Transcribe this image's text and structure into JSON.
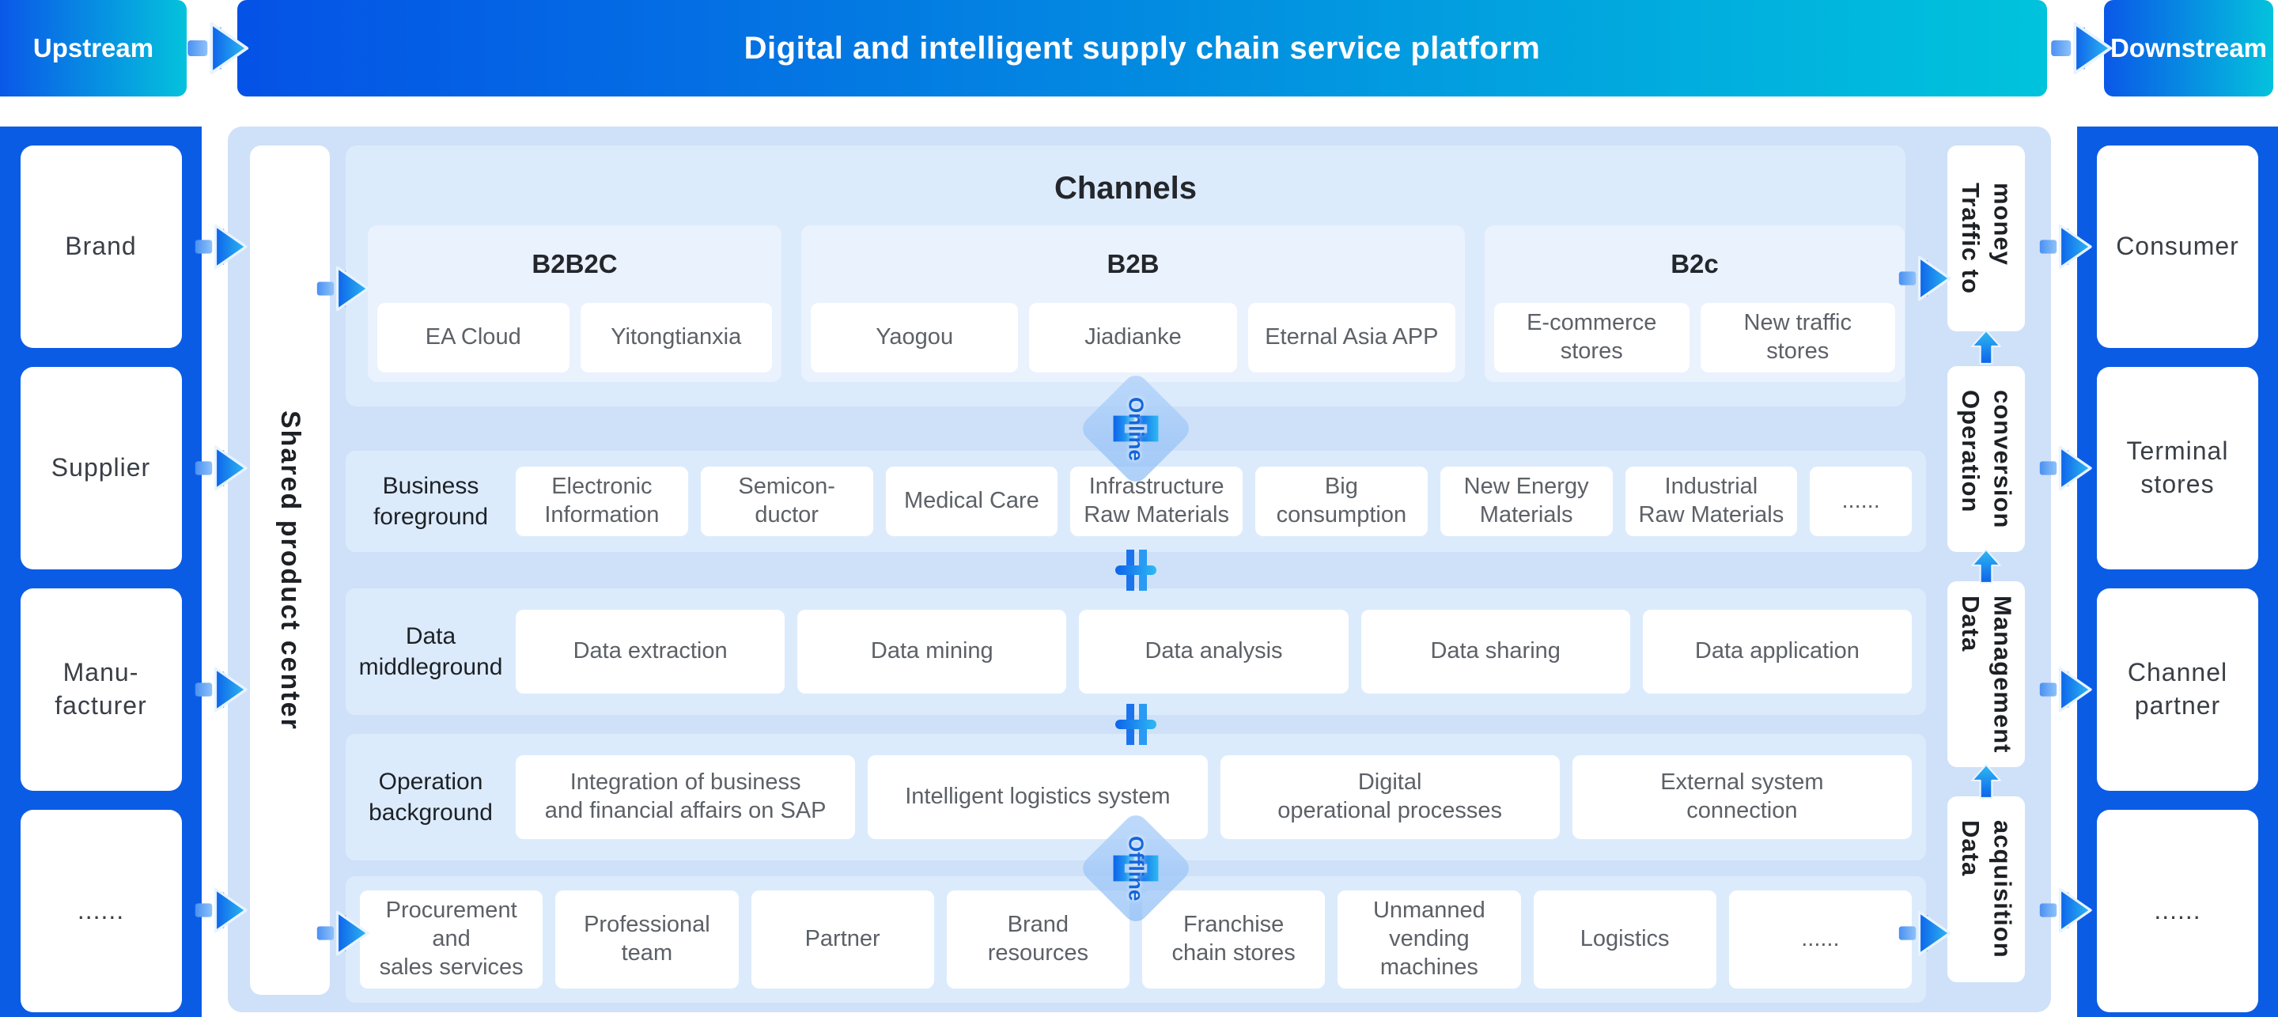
{
  "header": {
    "upstream": "Upstream",
    "title": "Digital and intelligent supply chain service platform",
    "downstream": "Downstream"
  },
  "left_sidebar": {
    "items": [
      "Brand",
      "Supplier",
      "Manu-\nfacturer",
      "......"
    ]
  },
  "shared_center": {
    "label": "Shared product center"
  },
  "channels": {
    "title": "Channels",
    "groups": [
      {
        "label": "B2B2C",
        "items": [
          "EA Cloud",
          "Yitongtianxia"
        ]
      },
      {
        "label": "B2B",
        "items": [
          "Yaogou",
          "Jiadianke",
          "Eternal Asia APP"
        ]
      },
      {
        "label": "B2c",
        "items": [
          "E-commerce\nstores",
          "New traffic\nstores"
        ]
      }
    ]
  },
  "rows": [
    {
      "label": "Business\nforeground",
      "items": [
        "Electronic\nInformation",
        "Semicon-\nductor",
        "Medical Care",
        "Infrastructure\nRaw Materials",
        "Big\nconsumption",
        "New Energy\nMaterials",
        "Industrial\nRaw Materials",
        "......"
      ]
    },
    {
      "label": "Data\nmiddleground",
      "items": [
        "Data extraction",
        "Data mining",
        "Data analysis",
        "Data sharing",
        "Data application"
      ]
    },
    {
      "label": "Operation\nbackground",
      "items": [
        "Integration of business\nand financial affairs on SAP",
        "Intelligent logistics system",
        "Digital\noperational processes",
        "External system\nconnection"
      ]
    }
  ],
  "resources_row": {
    "items": [
      "Procurement\nand\nsales services",
      "Professional\nteam",
      "Partner",
      "Brand\nresources",
      "Franchise\nchain stores",
      "Unmanned\nvending\nmachines",
      "Logistics",
      "......"
    ]
  },
  "right_bars": {
    "items": [
      "Traffic to\nmoney",
      "Operation\nconversion",
      "Data\nManagement",
      "Data\nacquisition"
    ]
  },
  "right_sidebar": {
    "items": [
      "Consumer",
      "Terminal\nstores",
      "Channel\npartner",
      "......"
    ]
  },
  "connectors": {
    "online": "Online",
    "offline": "Offline"
  },
  "colors": {
    "accent_blue": "#0b5ce5",
    "cyan": "#00c3dc",
    "panel_bg": "#cfe1f8",
    "band_bg": "#dcebfc",
    "group_bg": "#eaf2fd",
    "arrow_blue": "#1b74ee",
    "text_dark": "#1d2126",
    "text_gray": "#5c6167"
  }
}
